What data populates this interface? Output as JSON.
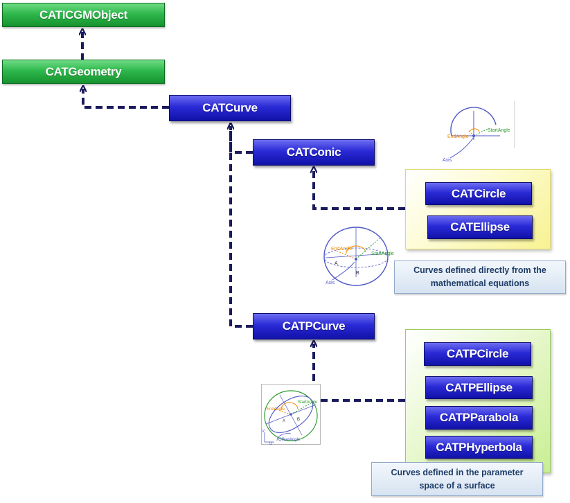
{
  "colors": {
    "root_green": "#2fb84c",
    "class_blue": "#2a2ad6",
    "connector": "#1a1a5e",
    "note_text": "#1d3b66",
    "thumb_angle_orange": "#f08a00",
    "thumb_angle_green": "#2a9a2a",
    "thumb_curve_blue": "#4f58c8"
  },
  "classes": {
    "caticgmobject": "CATICGMObject",
    "catgeometry": "CATGeometry",
    "catcurve": "CATCurve",
    "catconic": "CATConic",
    "catcircle": "CATCircle",
    "catellipse": "CATEllipse",
    "catpcurve": "CATPCurve",
    "catpcircle": "CATPCircle",
    "catpellipse": "CATPEllipse",
    "catpparabola": "CATPParabola",
    "catphyperbola": "CATPHyperbola"
  },
  "notes": {
    "conic_line1": "Curves defined directly from the",
    "conic_line2": "mathematical equations",
    "pcurve_line1": "Curves defined in the parameter",
    "pcurve_line2": "space of a surface"
  },
  "thumbnails": {
    "circle": {
      "start_angle": "StartAngle",
      "end_angle": "EndAngle",
      "axis": "Axis"
    },
    "ellipse": {
      "start_angle": "StartAngle",
      "end_angle": "EndAngle",
      "axis": "Axis",
      "a": "A",
      "b": "B"
    },
    "pcurve": {
      "start_angle": "StartAngle",
      "end_angle": "EndAngle",
      "offset_angle": "OffsetAngle",
      "a": "A",
      "b": "B",
      "u": "U",
      "v": "V"
    }
  }
}
